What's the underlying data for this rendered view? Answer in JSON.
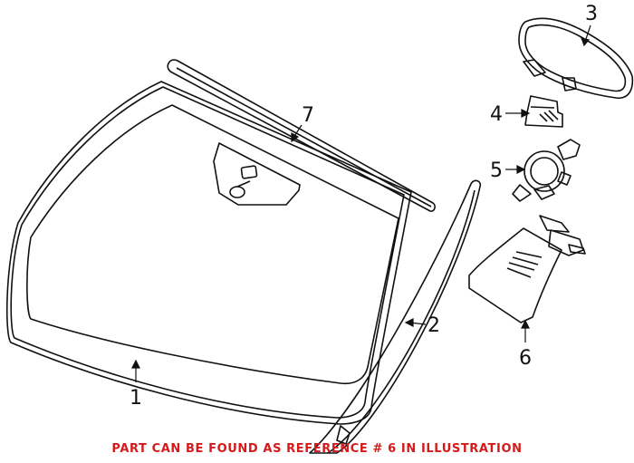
{
  "callouts": {
    "windshield": "1",
    "side_molding": "2",
    "mirror": "3",
    "bracket": "4",
    "sensor": "5",
    "cover": "6",
    "top_molding": "7"
  },
  "footer": {
    "text": "PART CAN BE FOUND AS REFERENCE # 6 IN ILLUSTRATION",
    "color": "#d41a1a"
  },
  "colors": {
    "line": "#111111",
    "background": "#ffffff"
  }
}
